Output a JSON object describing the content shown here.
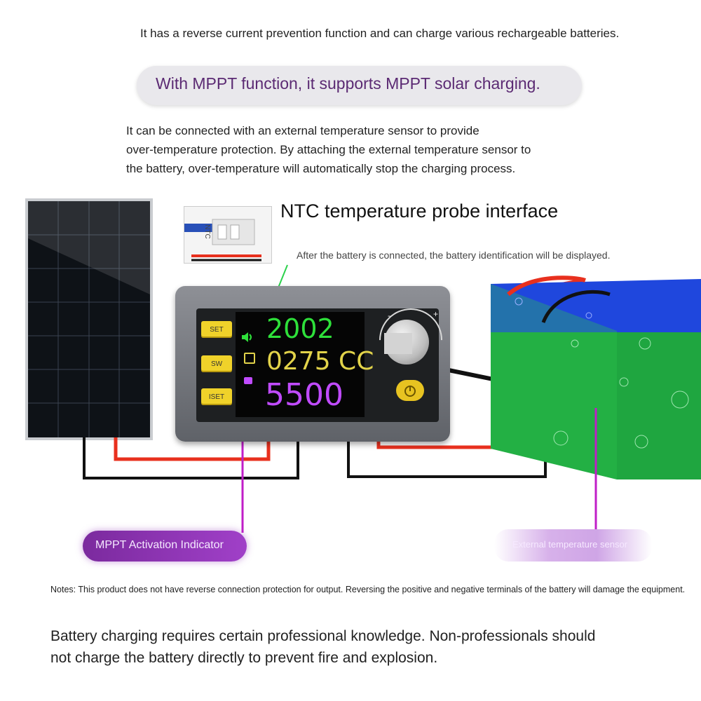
{
  "header": {
    "line1": "It has a reverse current prevention function and can charge various rechargeable batteries.",
    "mppt_banner": "With MPPT function, it supports MPPT solar charging.",
    "description_lines": [
      "It can be connected with an external temperature sensor to provide",
      "over-temperature protection. By attaching the external temperature sensor to",
      "the battery, over-temperature will automatically stop the charging process."
    ]
  },
  "ntc": {
    "title": "NTC temperature probe interface",
    "battery_identification": "After the battery is connected, the battery identification will be displayed."
  },
  "device": {
    "buttons": {
      "set": "SET",
      "sw": "SW",
      "iset": "ISET"
    },
    "screen": {
      "line1": "2002",
      "line2": "0275 CC",
      "line3": "5500"
    },
    "knob_minus": "-",
    "knob_plus": "+",
    "ntc_label": "NTC"
  },
  "callouts": {
    "mppt_indicator": "MPPT Activation Indicator",
    "external_sensor": "External temperature sensor"
  },
  "footer": {
    "notes": "Notes: This product does not have reverse connection protection for output. Reversing the positive and negative terminals of the battery will damage the equipment.",
    "warning": "Battery charging requires certain professional knowledge. Non-professionals should not charge the battery directly to prevent fire and explosion."
  },
  "colors": {
    "banner_text": "#5b2a73",
    "screen_green": "#2ee03a",
    "screen_yellow": "#e2d34a",
    "screen_purple": "#c04bff",
    "callout_line": "#c01ec8",
    "wire_red": "#e8301e",
    "wire_black": "#111111"
  },
  "icons": [
    "speaker-icon",
    "mppt-indicator-icon",
    "power-icon",
    "knob-icon",
    "lamp-icon"
  ]
}
